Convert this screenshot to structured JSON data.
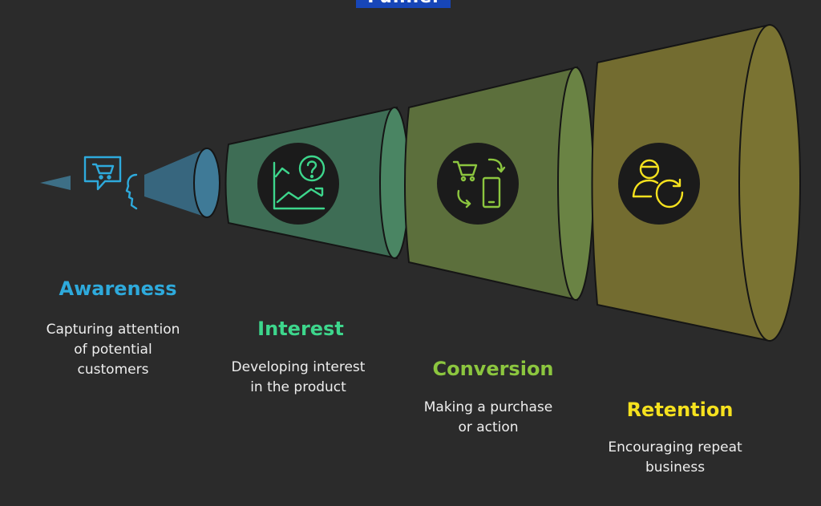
{
  "title": "Funnel",
  "colors": {
    "background": "#2b2b2b",
    "awareness": "#2eaadc",
    "interest": "#3dd68c",
    "conversion": "#8cc63f",
    "retention": "#f5e11e"
  },
  "stages": [
    {
      "title": "Awareness",
      "desc_line1": "Capturing attention",
      "desc_line2": "of potential",
      "desc_line3": "customers",
      "icon": "chat-cart-person-icon"
    },
    {
      "title": "Interest",
      "desc_line1": "Developing interest",
      "desc_line2": "in the product",
      "icon": "chart-question-icon"
    },
    {
      "title": "Conversion",
      "desc_line1": "Making a purchase",
      "desc_line2": "or action",
      "icon": "cart-phone-exchange-icon"
    },
    {
      "title": "Retention",
      "desc_line1": "Encouraging repeat",
      "desc_line2": "business",
      "icon": "user-refresh-icon"
    }
  ]
}
